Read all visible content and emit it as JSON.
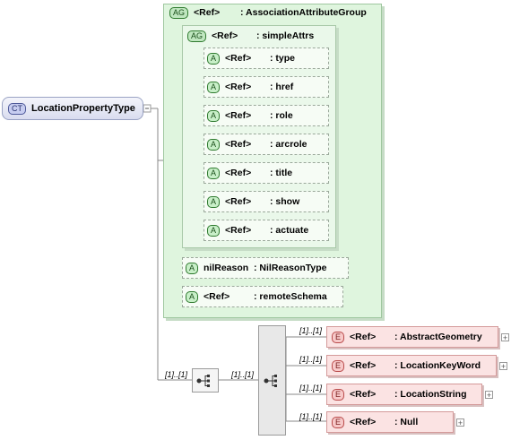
{
  "complex_type": {
    "badge": "CT",
    "name": "LocationPropertyType"
  },
  "attribute_group": {
    "badge": "AG",
    "ref": "<Ref>",
    "name": ": AssociationAttributeGroup",
    "inner_group": {
      "badge": "AG",
      "ref": "<Ref>",
      "name": ": simpleAttrs",
      "attributes": [
        {
          "badge": "A",
          "ref": "<Ref>",
          "name": ": type"
        },
        {
          "badge": "A",
          "ref": "<Ref>",
          "name": ": href"
        },
        {
          "badge": "A",
          "ref": "<Ref>",
          "name": ": role"
        },
        {
          "badge": "A",
          "ref": "<Ref>",
          "name": ": arcrole"
        },
        {
          "badge": "A",
          "ref": "<Ref>",
          "name": ": title"
        },
        {
          "badge": "A",
          "ref": "<Ref>",
          "name": ": show"
        },
        {
          "badge": "A",
          "ref": "<Ref>",
          "name": ": actuate"
        }
      ]
    },
    "attributes": [
      {
        "badge": "A",
        "ref": "nilReason",
        "name": ": NilReasonType"
      },
      {
        "badge": "A",
        "ref": "<Ref>",
        "name": ": remoteSchema"
      }
    ]
  },
  "sequence": {
    "multiplicity": "[1]..[1]"
  },
  "choice": {
    "multiplicity": "[1]..[1]"
  },
  "elements": [
    {
      "badge": "E",
      "ref": "<Ref>",
      "name": ": AbstractGeometry",
      "multiplicity": "[1]..[1]"
    },
    {
      "badge": "E",
      "ref": "<Ref>",
      "name": ": LocationKeyWord",
      "multiplicity": "[1]..[1]"
    },
    {
      "badge": "E",
      "ref": "<Ref>",
      "name": ": LocationString",
      "multiplicity": "[1]..[1]"
    },
    {
      "badge": "E",
      "ref": "<Ref>",
      "name": ": Null",
      "multiplicity": "[1]..[1]"
    }
  ]
}
